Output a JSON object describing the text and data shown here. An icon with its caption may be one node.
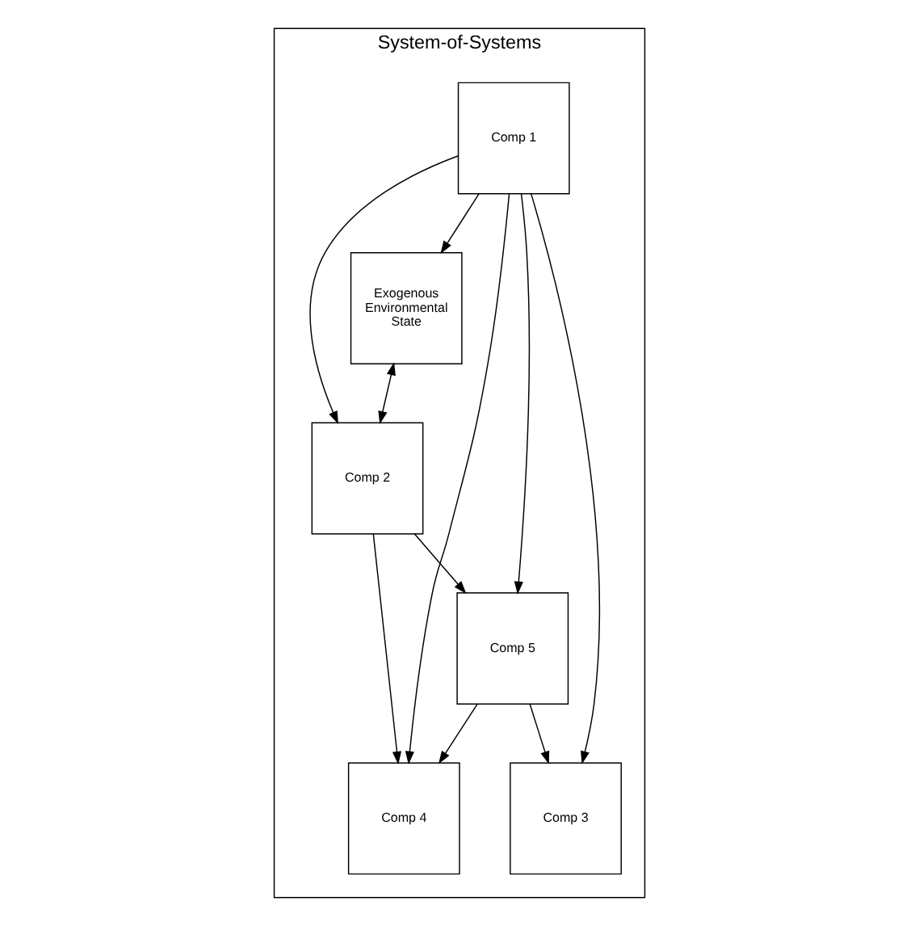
{
  "diagram": {
    "nodes": [
      {
        "text": [
          "System-of-Systems"
        ]
      },
      {
        "text": [
          "Comp 1"
        ],
        "in": 0
      },
      {
        "text": [
          "Exogenous Environmental State"
        ],
        "in": 0
      },
      {
        "text": [
          "Comp 2"
        ],
        "in": 0
      },
      {
        "text": [
          "Comp 5"
        ],
        "in": 0
      },
      {
        "text": [
          "Comp 3"
        ],
        "in": 0
      },
      {
        "text": [
          "Comp 4"
        ],
        "in": 0
      }
    ],
    "edges": [
      {
        "from": 1,
        "to": 2,
        "arrow": "to"
      },
      {
        "from": 1,
        "to": 3,
        "arrow": "to"
      },
      {
        "from": 2,
        "to": 3,
        "arrow": "both"
      },
      {
        "from": 1,
        "to": 4,
        "arrow": "to"
      },
      {
        "from": 1,
        "to": 6,
        "arrow": "to"
      },
      {
        "from": 1,
        "to": 5,
        "arrow": "to"
      },
      {
        "from": 3,
        "to": 4,
        "arrow": "to"
      },
      {
        "from": 3,
        "to": 6,
        "arrow": "to"
      },
      {
        "from": 4,
        "to": 5,
        "arrow": "to"
      },
      {
        "from": 4,
        "to": 6,
        "arrow": "to"
      }
    ]
  }
}
